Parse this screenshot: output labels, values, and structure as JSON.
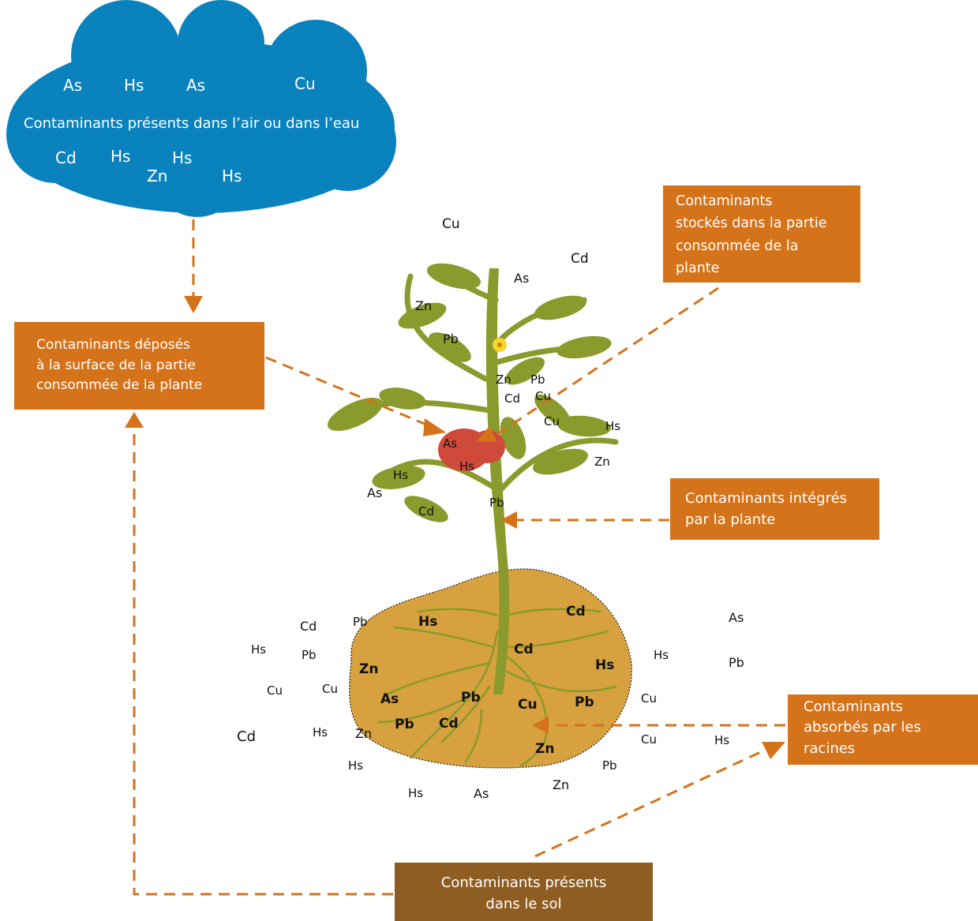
{
  "cloud": {
    "title": "Contaminants présents dans l’air ou dans l’eau",
    "row1": [
      "As",
      "Hs",
      "As",
      "Cu"
    ],
    "row2": [
      "Cd",
      "Hs",
      "Hs",
      "Zn",
      "Hs"
    ],
    "color": "#0a82bd"
  },
  "boxes": {
    "deposited": [
      "Contaminants déposés",
      "à la surface de la partie",
      "consommée de la plante"
    ],
    "stored": [
      "Contaminants",
      "stockés dans la partie",
      "consommée de la",
      "plante"
    ],
    "integrated": [
      "Contaminants intégrés",
      "par la plante"
    ],
    "absorbed": [
      "Contaminants",
      "absorbés par les",
      "racines"
    ],
    "soil": [
      "Contaminants présents",
      "dans le sol"
    ]
  },
  "colors": {
    "box_orange": "#d4731a",
    "box_brown": "#8e5d22",
    "arrow": "#d4731a",
    "leaf": "#8a9a2c",
    "soil": "#d6a13e",
    "tomato": "#cf4a3a"
  },
  "plant_labels": {
    "cu_top": "Cu",
    "cd_top": "Cd",
    "as_top": "As",
    "zn1": "Zn",
    "pb1": "Pb",
    "zn2": "Zn",
    "pb2": "Pb",
    "cd2": "Cd",
    "cu2": "Cu",
    "cu3": "Cu",
    "hs1": "Hs",
    "as_fruit": "As",
    "hs_fruit": "Hs",
    "zn3": "Zn",
    "hs2": "Hs",
    "as2": "As",
    "cd3": "Cd",
    "pb_stem": "Pb"
  },
  "soil_labels": {
    "hs_b": "Hs",
    "cd_b": "Cd",
    "zn_b": "Zn",
    "cd_b2": "Cd",
    "hs_b2": "Hs",
    "as_b": "As",
    "pb_b": "Pb",
    "cu_b": "Cu",
    "pb_b2": "Pb",
    "pb_b3": "Pb",
    "cd_b3": "Cd",
    "zn_b2": "Zn"
  },
  "outside_labels": {
    "cd1": "Cd",
    "pb1": "Pb",
    "hs1": "Hs",
    "pb2": "Pb",
    "cu1": "Cu",
    "cu2": "Cu",
    "cd2": "Cd",
    "hs2": "Hs",
    "zn1": "Zn",
    "hs3": "Hs",
    "hs4": "Hs",
    "as1": "As",
    "as_r": "As",
    "hs_r": "Hs",
    "pb_r": "Pb",
    "cu_r1": "Cu",
    "cu_r2": "Cu",
    "hs_r2": "Hs",
    "pb_r2": "Pb",
    "zn_r": "Zn"
  }
}
